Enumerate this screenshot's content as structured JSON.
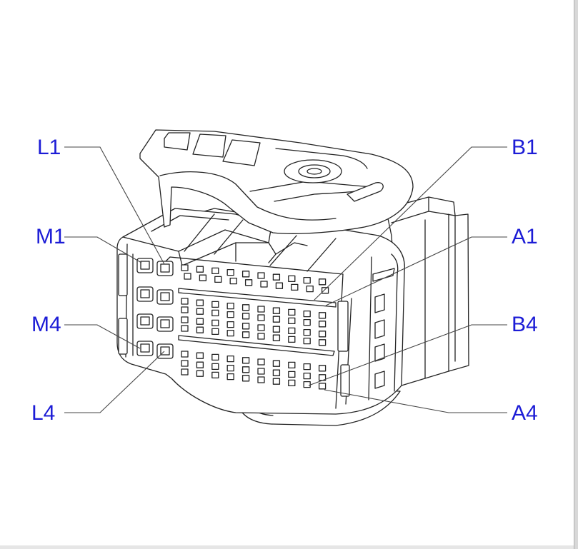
{
  "diagram": {
    "subject": "connector-housing",
    "callouts": [
      {
        "id": "L1",
        "text": "L1",
        "side": "left"
      },
      {
        "id": "M1",
        "text": "M1",
        "side": "left"
      },
      {
        "id": "M4",
        "text": "M4",
        "side": "left"
      },
      {
        "id": "L4",
        "text": "L4",
        "side": "left"
      },
      {
        "id": "B1",
        "text": "B1",
        "side": "right"
      },
      {
        "id": "A1",
        "text": "A1",
        "side": "right"
      },
      {
        "id": "B4",
        "text": "B4",
        "side": "right"
      },
      {
        "id": "A4",
        "text": "A4",
        "side": "right"
      }
    ],
    "colors": {
      "label": "#1c1cd6",
      "line": "#222222",
      "background": "#ffffff"
    }
  }
}
